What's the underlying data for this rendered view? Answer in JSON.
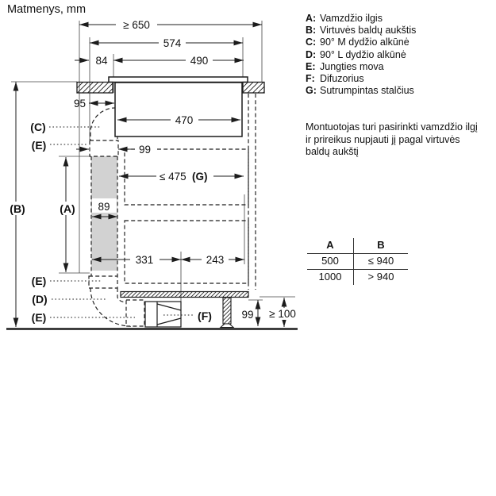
{
  "title": "Matmenys, mm",
  "legend": {
    "items": [
      {
        "key": "A:",
        "label": "Vamzdžio ilgis"
      },
      {
        "key": "B:",
        "label": "Virtuvės baldų aukštis"
      },
      {
        "key": "C:",
        "label": "90° M dydžio alkūnė"
      },
      {
        "key": "D:",
        "label": "90° L dydžio alkūnė"
      },
      {
        "key": "E:",
        "label": "Jungties mova"
      },
      {
        "key": "F:",
        "label": "Difuzorius"
      },
      {
        "key": "G:",
        "label": "Sutrumpintas stalčius"
      }
    ]
  },
  "note": "Montuotojas turi pasirinkti vamzdžio ilgį ir prireikus nupjauti jį pagal virtuvės baldų aukštį",
  "dims": {
    "cabinet_min_width": "≥ 650",
    "appliance_width": "574",
    "left_offset": "84",
    "cutout_width": "490",
    "body_width": "470",
    "left_clearance": "95",
    "connector_width": "99",
    "drawer_depth": "≤ 475",
    "drawer_ref": "(G)",
    "duct_width": "89",
    "bottom_left_span": "331",
    "bottom_right_span": "243",
    "diffuser_height": "99",
    "plinth_min_height": "≥ 100"
  },
  "callouts": {
    "a": "(A)",
    "b": "(B)",
    "c": "(C)",
    "d": "(D)",
    "e": "(E)",
    "f": "(F)"
  },
  "table": {
    "col_a": "A",
    "col_b": "B",
    "rows": [
      {
        "a": "500",
        "b": "≤ 940"
      },
      {
        "a": "1000",
        "b": "> 940"
      }
    ]
  },
  "colors": {
    "line": "#1c1c1c",
    "duct_fill": "#d2d2d2"
  }
}
